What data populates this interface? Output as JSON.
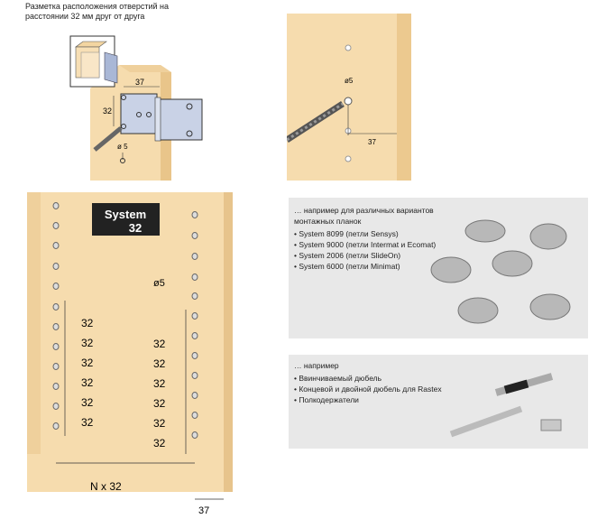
{
  "top_left": {
    "caption_line1": "Разметка расположения отверстий на",
    "caption_line2": "расстоянии 32 мм друг от друга",
    "dim_width": "37",
    "dim_height": "32",
    "dim_diameter": "ø 5"
  },
  "top_right": {
    "dim_diameter": "ø5",
    "dim_offset": "37"
  },
  "system32": {
    "logo_line1": "System",
    "logo_line2": "32",
    "dim_diameter": "ø5",
    "pitch_label": "32",
    "total_label": "N x 32",
    "offset_label": "37"
  },
  "box_hinges": {
    "intro_line1": "… например для различных вариантов",
    "intro_line2": "монтажных планок",
    "items": [
      "System 8099 (петли Sensys)",
      "System 9000 (петли Intermat и Ecomat)",
      "System 2006 (петли SlideOn)",
      "System 6000 (петли Minimat)"
    ]
  },
  "box_dowels": {
    "intro": "… например",
    "items": [
      "Ввинчиваемый дюбель",
      "Концевой и двойной дюбель для Rastex",
      "Полкодержатели"
    ]
  }
}
